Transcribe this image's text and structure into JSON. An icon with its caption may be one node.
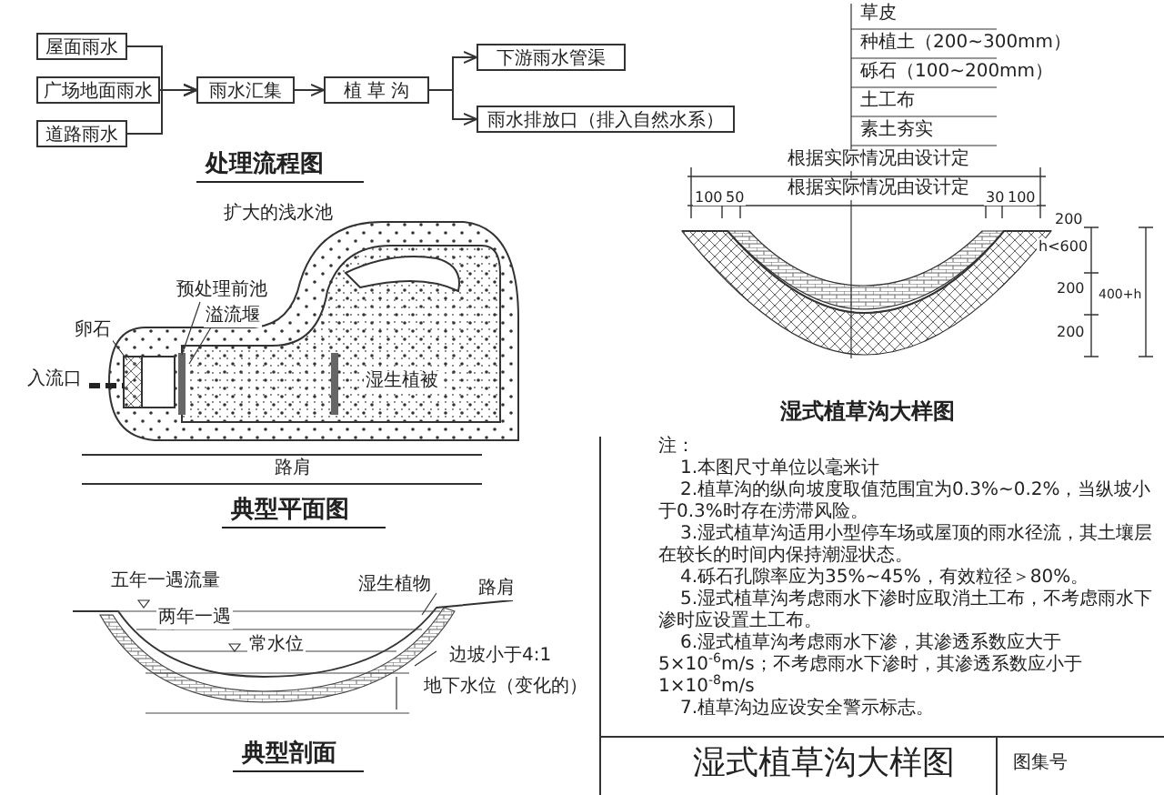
{
  "diagram": {
    "nodes": [
      {
        "text": [
          "屋面雨水"
        ]
      },
      {
        "text": [
          "广场地面雨水"
        ]
      },
      {
        "text": [
          "道路雨水"
        ]
      },
      {
        "text": [
          "雨水汇集"
        ]
      },
      {
        "text": [
          "植 草 沟"
        ]
      },
      {
        "text": [
          "下游雨水管渠"
        ]
      },
      {
        "text": [
          "雨水排放口（排入自然水系）"
        ]
      }
    ],
    "edges": [
      {
        "from": 0,
        "to": 3,
        "arrow": "to"
      },
      {
        "from": 1,
        "to": 3,
        "arrow": "to"
      },
      {
        "from": 2,
        "to": 3,
        "arrow": "to"
      },
      {
        "from": 3,
        "to": 4,
        "arrow": "to"
      },
      {
        "from": 4,
        "to": 5,
        "arrow": "to"
      },
      {
        "from": 4,
        "to": 6,
        "arrow": "to"
      }
    ],
    "labels": [
      "处理流程图",
      "草皮",
      "种植土（200~300mm）",
      "砾石（100~200mm）",
      "土工布",
      "素土夯实",
      "根据实际情况由设计定",
      "根据实际情况由设计定",
      "100",
      "50",
      "30",
      "100",
      "200",
      "h<600",
      "200",
      "200",
      "400+h",
      "湿式植草沟大样图",
      "扩大的浅水池",
      "预处理前池",
      "溢流堰",
      "卵石",
      "入流口",
      "湿生植被",
      "路肩",
      "典型平面图",
      "五年一遇流量",
      "两年一遇",
      "常水位",
      "湿生植物",
      "路肩",
      "边坡小于4:1",
      "地下水位（变化的）",
      "典型剖面",
      "注：",
      "1.本图尺寸单位以毫米计",
      "2.植草沟的纵向坡度取值范围宜为0.3%~0.2%，当纵坡小于0.3%时存在涝滞风险。",
      "3.湿式植草沟适用小型停车场或屋顶的雨水径流，其土壤层在较长的时间内保持潮湿状态。",
      "4.砾石孔隙率应为35%~45%，有效粒径＞80%。",
      "5.湿式植草沟考虑雨水下渗时应取消土工布，不考虑雨水下渗时应设置土工布。",
      "6.湿式植草沟考虑雨水下渗，其渗透系数应大于5×10$^{-6}$m/s；不考虑雨水下渗时，其渗透系数应小于1×10$^{-8}$m/s",
      "7.植草沟边应设安全警示标志。",
      "湿式植草沟大样图",
      "图集号"
    ]
  }
}
